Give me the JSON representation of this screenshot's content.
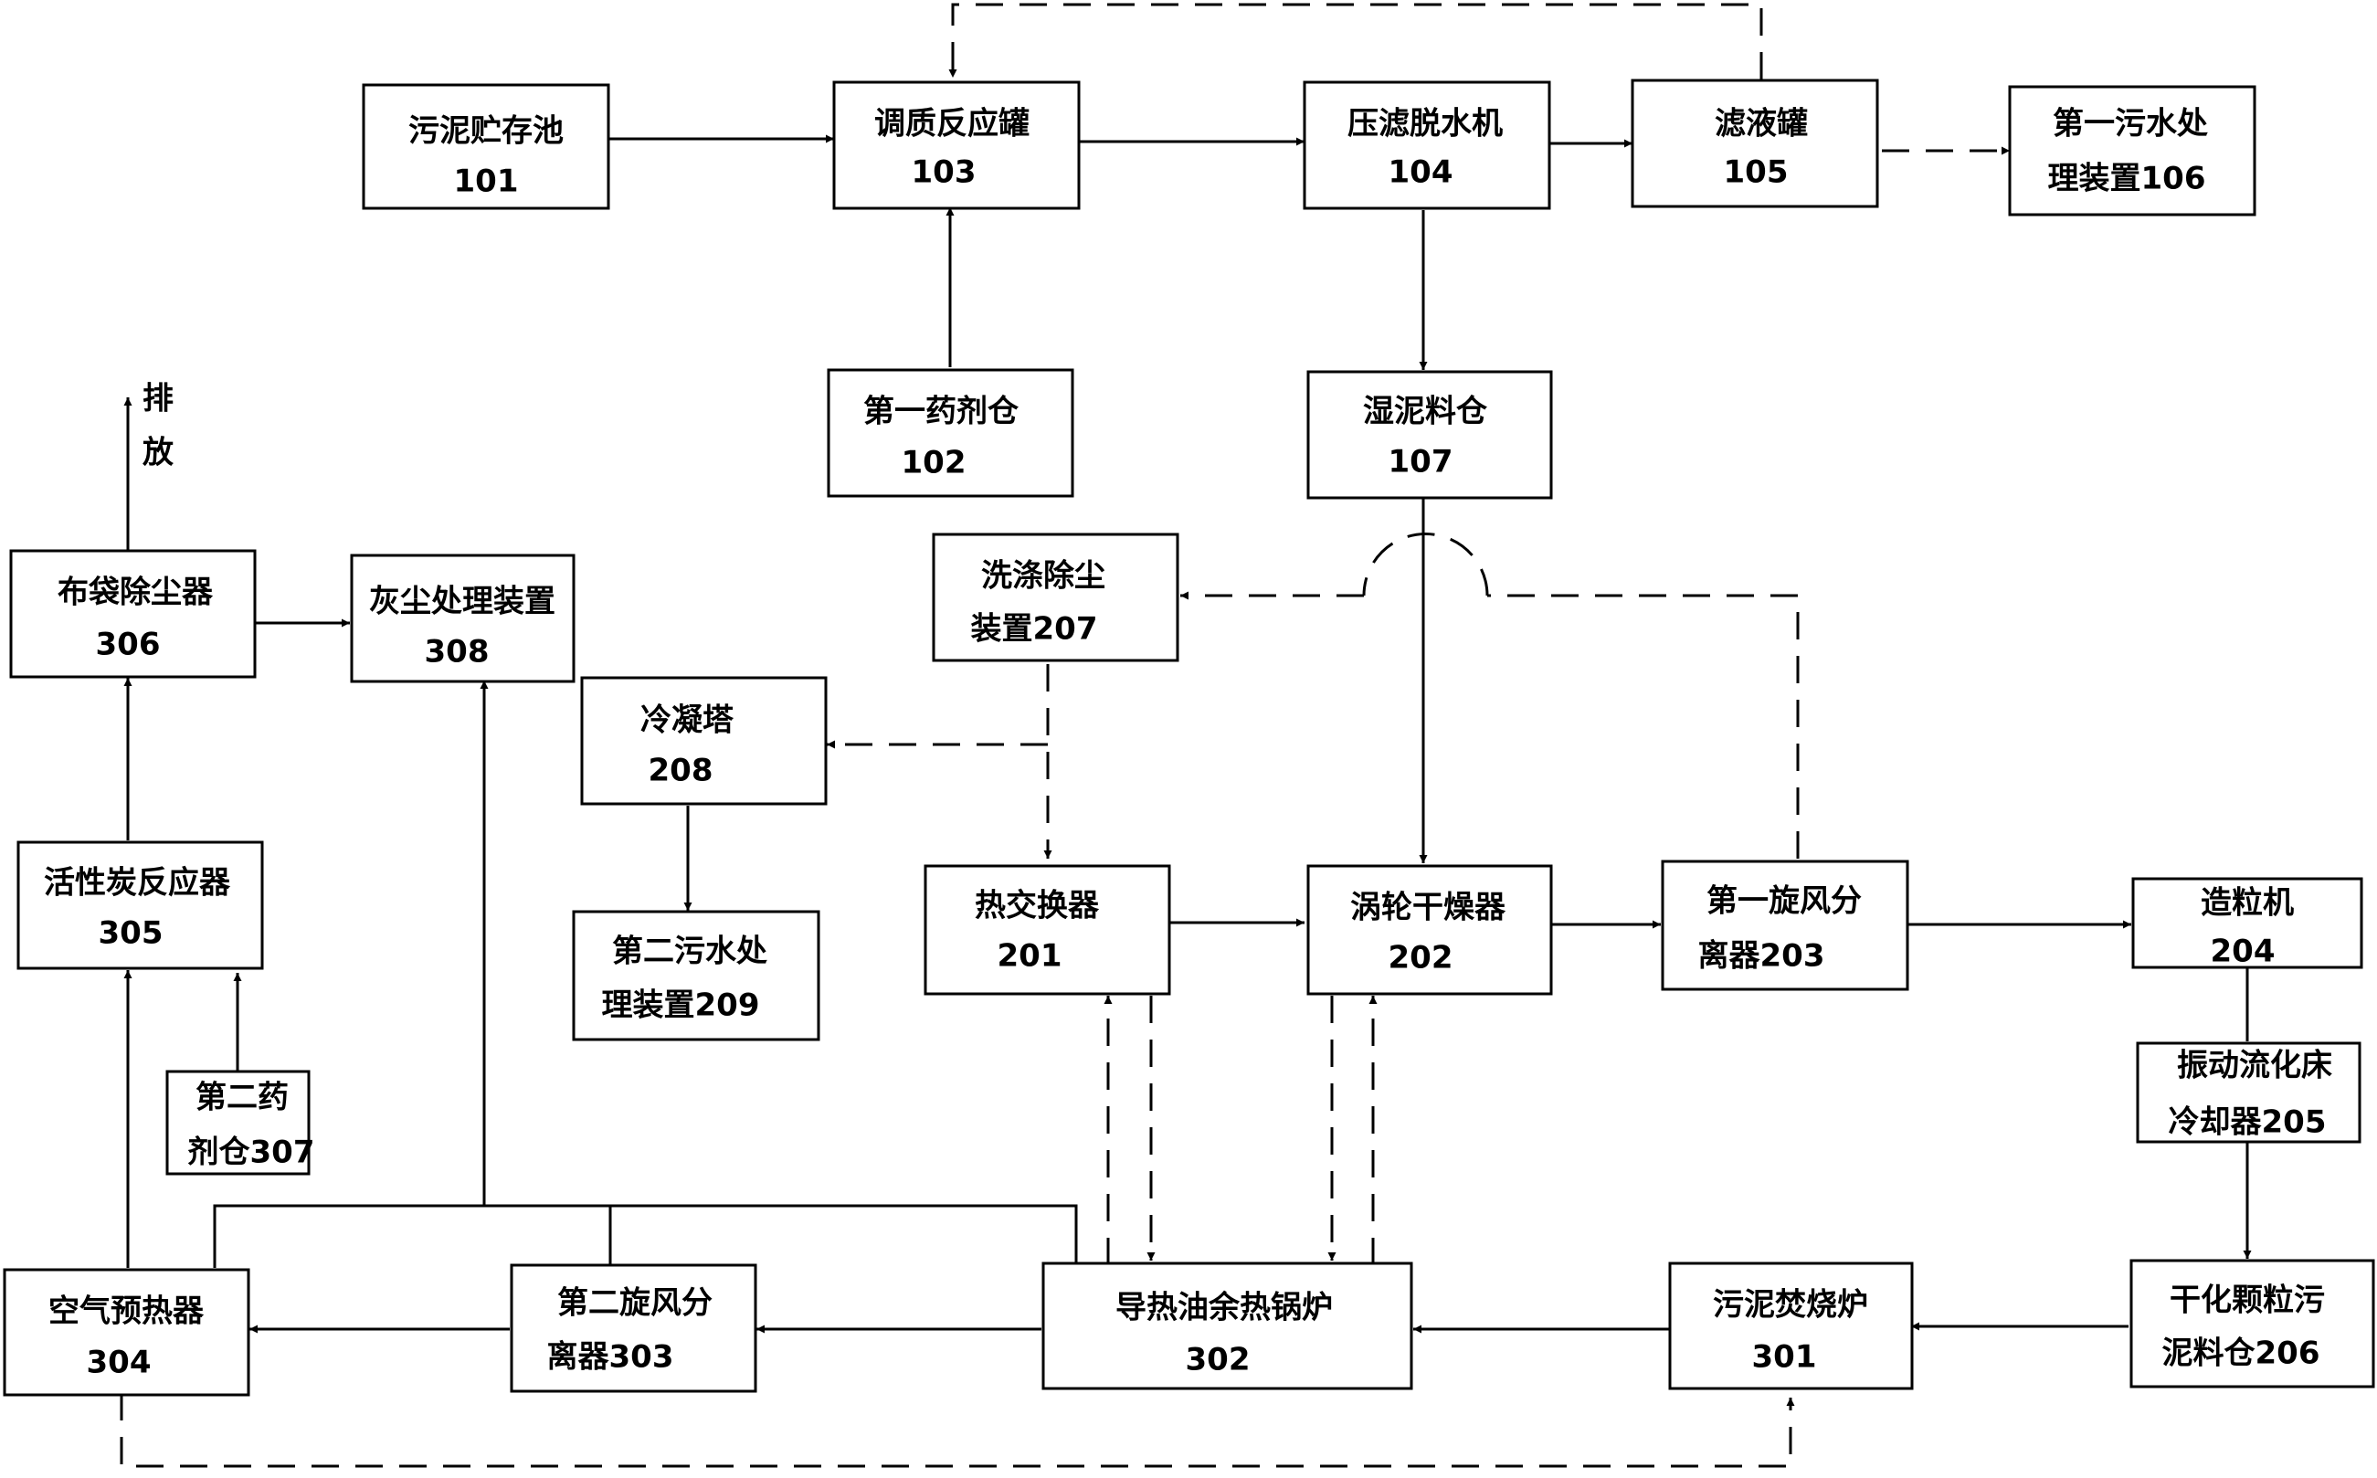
{
  "nodes": {
    "n101": {
      "line1": "污泥贮存池",
      "line2": "101"
    },
    "n102": {
      "line1": "第一药剂仓",
      "line2": "102"
    },
    "n103": {
      "line1": "调质反应罐",
      "line2": "103"
    },
    "n104": {
      "line1": "压滤脱水机",
      "line2": "104"
    },
    "n105": {
      "line1": "滤液罐",
      "line2": "105"
    },
    "n106": {
      "line1": "第一污水处",
      "line2": "理装置106"
    },
    "n107": {
      "line1": "湿泥料仓",
      "line2": "107"
    },
    "n207": {
      "line1": "洗涤除尘",
      "line2": "装置207"
    },
    "n208": {
      "line1": "冷凝塔",
      "line2": "208"
    },
    "n209": {
      "line1": "第二污水处",
      "line2": "理装置209"
    },
    "n201": {
      "line1": "热交换器",
      "line2": "201"
    },
    "n202": {
      "line1": "涡轮干燥器",
      "line2": "202"
    },
    "n203": {
      "line1": "第一旋风分",
      "line2": "离器203"
    },
    "n204": {
      "line1": "造粒机",
      "line2": "204"
    },
    "n205": {
      "line1": "振动流化床",
      "line2": "冷却器205"
    },
    "n206": {
      "line1": "干化颗粒污",
      "line2": "泥料仓206"
    },
    "n301": {
      "line1": "污泥焚烧炉",
      "line2": "301"
    },
    "n302": {
      "line1": "导热油余热锅炉",
      "line2": "302"
    },
    "n303": {
      "line1": "第二旋风分",
      "line2": "离器303"
    },
    "n304": {
      "line1": "空气预热器",
      "line2": "304"
    },
    "n305": {
      "line1": "活性炭反应器",
      "line2": "305"
    },
    "n306": {
      "line1": "布袋除尘器",
      "line2": "306"
    },
    "n307": {
      "line1": "第二药",
      "line2": "剂仓307"
    },
    "n308": {
      "line1": "灰尘处理装置",
      "line2": "308"
    }
  },
  "exhaust": {
    "line1": "排",
    "line2": "放"
  }
}
